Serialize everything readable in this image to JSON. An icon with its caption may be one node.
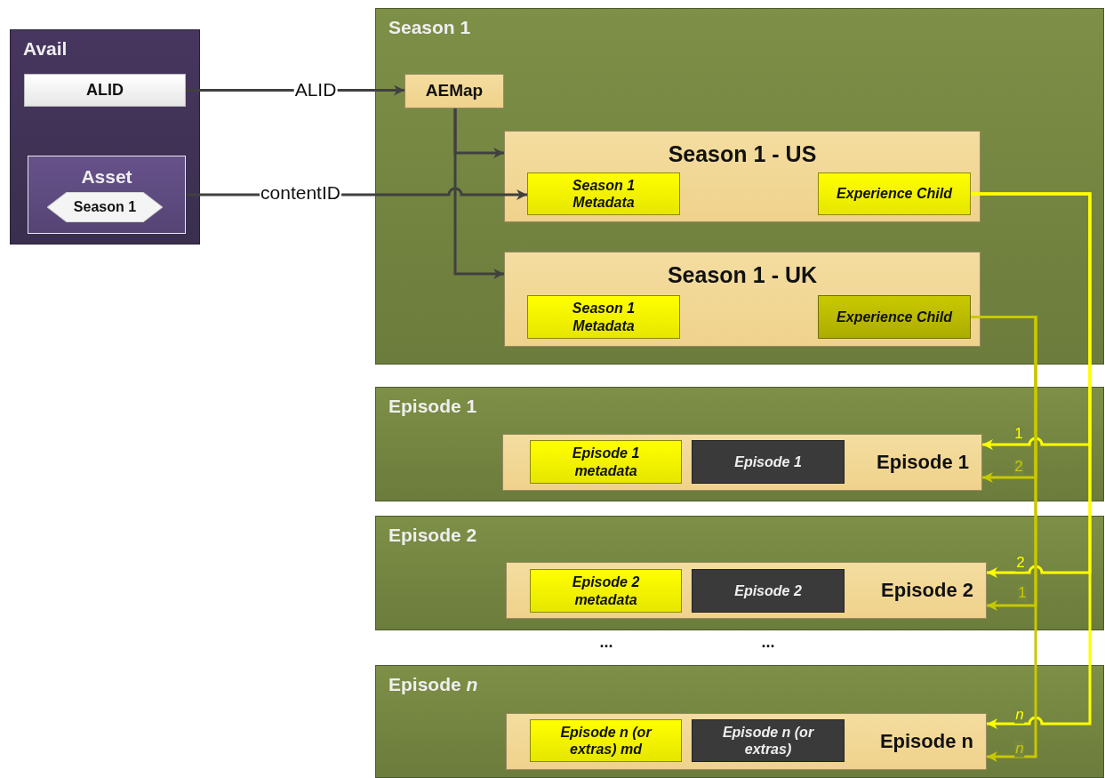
{
  "diagram": {
    "nodes": [
      {
        "text": [
          "Avail"
        ]
      },
      {
        "text": [
          "ALID"
        ],
        "in": 0
      },
      {
        "text": [
          "Asset"
        ],
        "in": 0
      },
      {
        "text": [
          "Season 1"
        ],
        "in": 2
      },
      {
        "text": [
          "Season 1"
        ]
      },
      {
        "text": [
          "AEMap"
        ],
        "in": 4
      },
      {
        "text": [
          "Season 1 - US"
        ],
        "in": 4
      },
      {
        "text": [
          "Season 1 Metadata"
        ],
        "in": 6
      },
      {
        "text": [
          "Experience Child"
        ],
        "in": 6
      },
      {
        "text": [
          "Season 1 - UK"
        ],
        "in": 4
      },
      {
        "text": [
          "Season 1 Metadata"
        ],
        "in": 9
      },
      {
        "text": [
          "Experience Child"
        ],
        "in": 9
      },
      {
        "text": [
          "Episode 1"
        ]
      },
      {
        "text": [
          "Episode 1"
        ],
        "in": 12
      },
      {
        "text": [
          "Episode 1 metadata"
        ],
        "in": 13
      },
      {
        "text": [
          "Episode 1"
        ],
        "in": 13
      },
      {
        "text": [
          "Episode 2"
        ]
      },
      {
        "text": [
          "Episode 2"
        ],
        "in": 16
      },
      {
        "text": [
          "Episode 2 metadata"
        ],
        "in": 17
      },
      {
        "text": [
          "Episode 2"
        ],
        "in": 17
      },
      {
        "text": [
          "Episode *n*"
        ]
      },
      {
        "text": [
          "Episode n"
        ],
        "in": 20
      },
      {
        "text": [
          "Episode n (or extras) md"
        ],
        "in": 21
      },
      {
        "text": [
          "Episode n (or extras)"
        ],
        "in": 21
      }
    ],
    "edges": [
      {
        "from": 1,
        "to": 5,
        "arrow": "to",
        "label": "ALID",
        "color": "#404040"
      },
      {
        "from": 2,
        "to": 7,
        "arrow": "to",
        "label": "contentID",
        "color": "#404040"
      },
      {
        "from": 5,
        "to": 6,
        "arrow": "to",
        "color": "#404040"
      },
      {
        "from": 5,
        "to": 9,
        "arrow": "to",
        "color": "#404040"
      },
      {
        "from": 8,
        "to": 13,
        "arrow": "to",
        "label": "1",
        "color": "#ffff00"
      },
      {
        "from": 8,
        "to": 17,
        "arrow": "to",
        "label": "2",
        "color": "#ffff00"
      },
      {
        "from": 8,
        "to": 21,
        "arrow": "to",
        "label": "n",
        "color": "#ffff00"
      },
      {
        "from": 11,
        "to": 13,
        "arrow": "to",
        "label": "2",
        "color": "#c8c800"
      },
      {
        "from": 11,
        "to": 17,
        "arrow": "to",
        "label": "1",
        "color": "#c8c800"
      },
      {
        "from": 11,
        "to": 21,
        "arrow": "to",
        "label": "n",
        "color": "#c8c800"
      }
    ],
    "labels": [
      "...",
      "..."
    ]
  }
}
